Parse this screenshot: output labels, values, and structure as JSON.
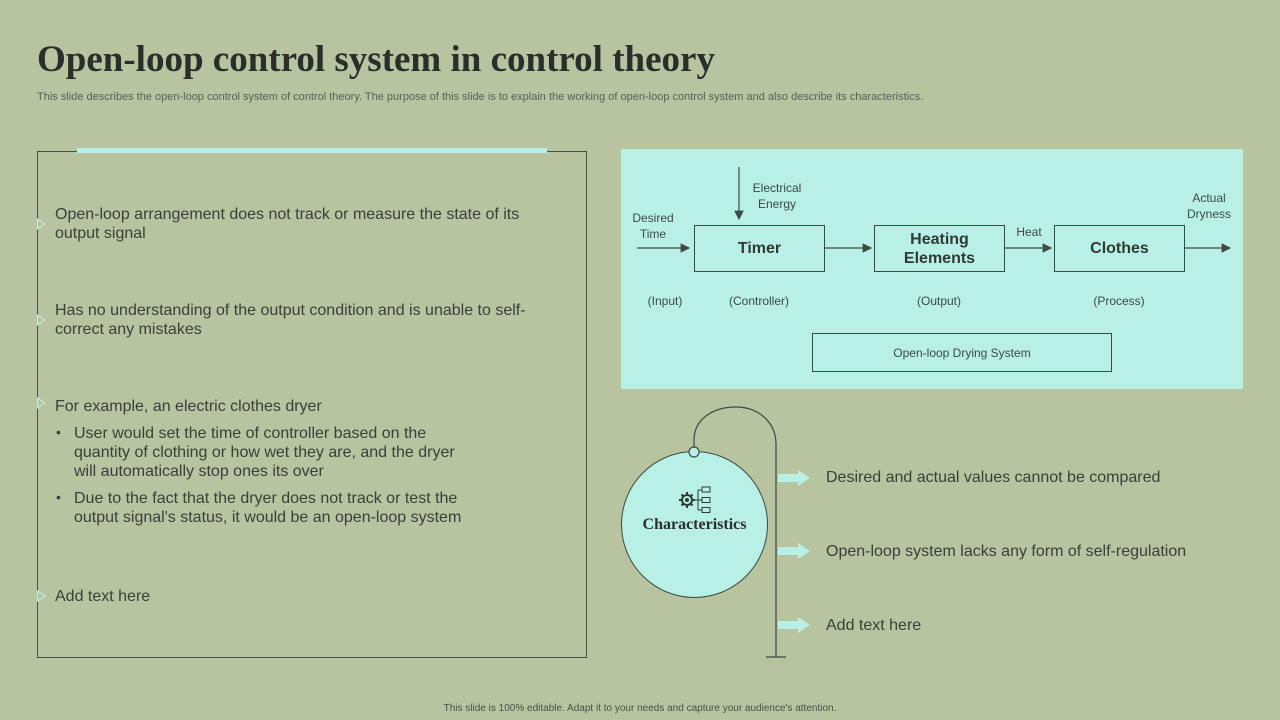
{
  "header": {
    "title": "Open-loop control system in control theory",
    "subtitle": "This slide describes the open-loop control system of control theory. The purpose of this slide is to explain the working of open-loop control system and also describe its characteristics."
  },
  "points": [
    {
      "text": "Open-loop arrangement does not track or measure the state of its output signal"
    },
    {
      "text": "Has no understanding of the output condition and is unable to self-correct any mistakes"
    },
    {
      "text": "For example, an electric clothes dryer"
    },
    {
      "text": "Add text here"
    }
  ],
  "sub_points": [
    "User would set the time of controller based on the quantity of clothing or how wet they are, and the dryer will automatically stop ones its over",
    "Due to the fact that the dryer does not track or test the output signal's status, it would be an open-loop system"
  ],
  "bullet_char": "•",
  "diagram": {
    "input_label": "Desired Time",
    "energy_label": "Electrical Energy",
    "heat_label": "Heat",
    "output_label": "Actual Dryness",
    "blocks": [
      "Timer",
      "Heating Elements",
      "Clothes"
    ],
    "roles": [
      "(Input)",
      "(Controller)",
      "(Output)",
      "(Process)"
    ],
    "system_label": "Open-loop Drying System"
  },
  "characteristics": {
    "label": "Characteristics",
    "icon": "gear-flowchart-icon",
    "items": [
      "Desired and actual values cannot be compared",
      "Open-loop system lacks any form of self-regulation",
      "Add text here"
    ]
  },
  "colors": {
    "background": "#b8c39f",
    "accent": "#b8f0e6",
    "text": "#3a3f3a"
  },
  "footer": "This slide is 100% editable. Adapt it to your needs and capture your audience's attention."
}
